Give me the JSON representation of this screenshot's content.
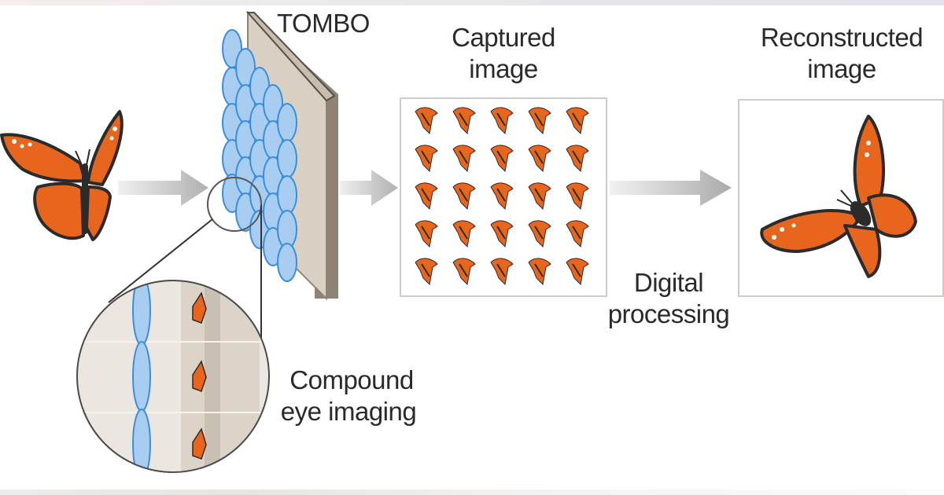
{
  "diagram": {
    "title": "TOMBO compound-eye imaging system",
    "labels": {
      "tombo": "TOMBO",
      "captured_line1": "Captured",
      "captured_line2": "image",
      "reconstructed_line1": "Reconstructed",
      "reconstructed_line2": "image",
      "digital_line1": "Digital",
      "digital_line2": "processing",
      "compound_line1": "Compound",
      "compound_line2": "eye imaging"
    },
    "captured_grid": {
      "rows": 5,
      "cols": 5
    },
    "colors": {
      "butterfly_orange": "#e8651e",
      "butterfly_outline": "#2b2b2b",
      "lens_blue": "#a9cdf0",
      "lens_outline": "#3a8fdc",
      "panel_beige": "#d9d0c4",
      "panel_edge": "#8f8474",
      "arrow_gray": "#b8b8b8",
      "frame_border": "#cfccc6"
    },
    "flow": [
      "object",
      "TOMBO",
      "Captured image",
      "Digital processing",
      "Reconstructed image"
    ]
  }
}
